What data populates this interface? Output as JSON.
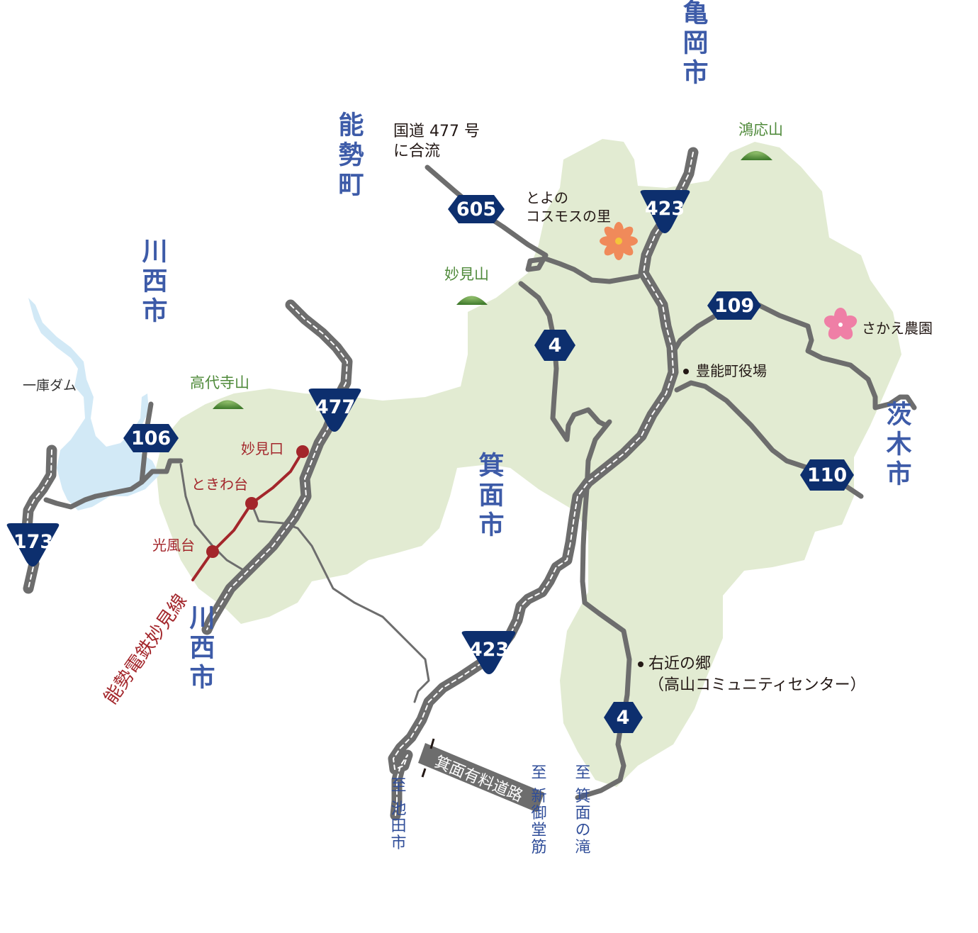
{
  "cities": {
    "kameoka": "亀岡市",
    "nose": "能勢町",
    "kawanishi_top": "川西市",
    "kawanishi_bottom": "川西市",
    "minoh": "箕面市",
    "ibaraki": "茨木市"
  },
  "mountains": {
    "koou": "鴻応山",
    "myoken": "妙見山",
    "kodaiji": "高代寺山"
  },
  "places": {
    "cosmos_line1": "とよの",
    "cosmos_line2": "コスモスの里",
    "sakae": "さかえ農園",
    "town_office": "豊能町役場",
    "ukon_line1": "右近の郷",
    "ukon_line2": "（高山コミュニティセンター）",
    "merge_line1": "国道 477 号",
    "merge_line2": "に合流",
    "dam": "一庫ダム"
  },
  "routes": {
    "r605": "605",
    "r423_top": "423",
    "r423_bottom": "423",
    "r109": "109",
    "r4_top": "4",
    "r4_bottom": "4",
    "r477": "477",
    "r106": "106",
    "r173": "173",
    "r110": "110"
  },
  "railway": {
    "name": "能勢電鉄妙見線",
    "stations": [
      "妙見口",
      "ときわ台",
      "光風台"
    ]
  },
  "toll_road": "箕面有料道路",
  "destinations": {
    "ikeda": "至 池田市",
    "shingomido": "至 新御堂筋",
    "minoh_falls": "至 箕面の滝"
  },
  "colors": {
    "area_fill": "#e2ebd2",
    "road_gray": "#6d6d6d",
    "shield_navy": "#0d2f6e",
    "rail_red": "#a3262b",
    "water": "#d2e9f6",
    "city_blue": "#3d5ba8",
    "mountain_green": "#4f8a3a",
    "cosmos_orange": "#f08a5a",
    "sakura_pink": "#ef7fa6"
  }
}
